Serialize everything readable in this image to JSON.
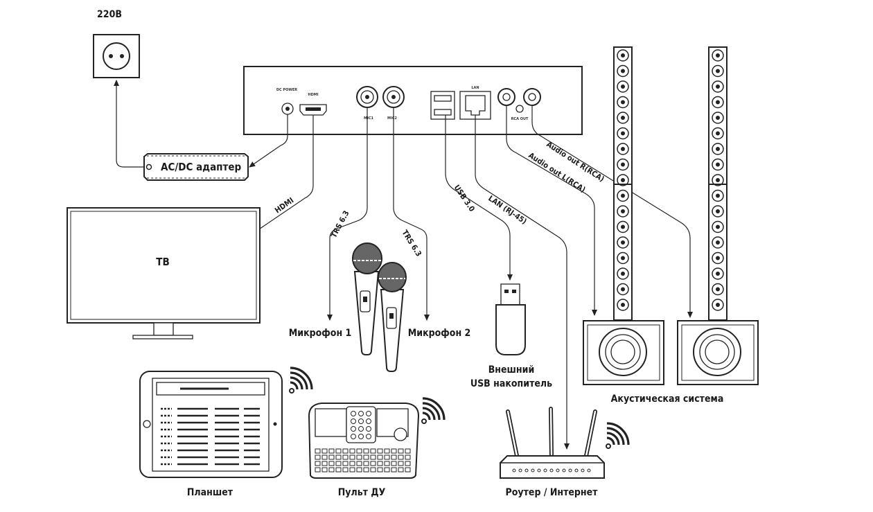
{
  "labels": {
    "power_220": "220В",
    "adapter": "AC/DC адаптер",
    "tv": "ТВ",
    "hdmi_cable": "HDMI",
    "trs1": "TRS 6.3",
    "trs2": "TRS 6.3",
    "mic1": "Микрофон 1",
    "mic2": "Микрофон 2",
    "usb_cable": "USB 3.0",
    "lan_cable": "LAN  (RJ-45)",
    "audio_l": "Audio out L(RCA)",
    "audio_r": "Audio out R(RCA)",
    "usb_drive_line1": "Внешний",
    "usb_drive_line2": "USB накопитель",
    "speakers": "Акустическая система",
    "tablet": "Планшет",
    "remote": "Пульт ДУ",
    "router": "Роутер / Интернет"
  },
  "panel": {
    "dc_power": "DC POWER",
    "hdmi": "HDMI",
    "mic1": "MIC1",
    "mic2": "MIC2",
    "lan": "LAN",
    "rca_out": "RCA OUT"
  },
  "colors": {
    "stroke": "#222222",
    "tv_frame": "#cccccc",
    "mic_head": "#666666"
  }
}
